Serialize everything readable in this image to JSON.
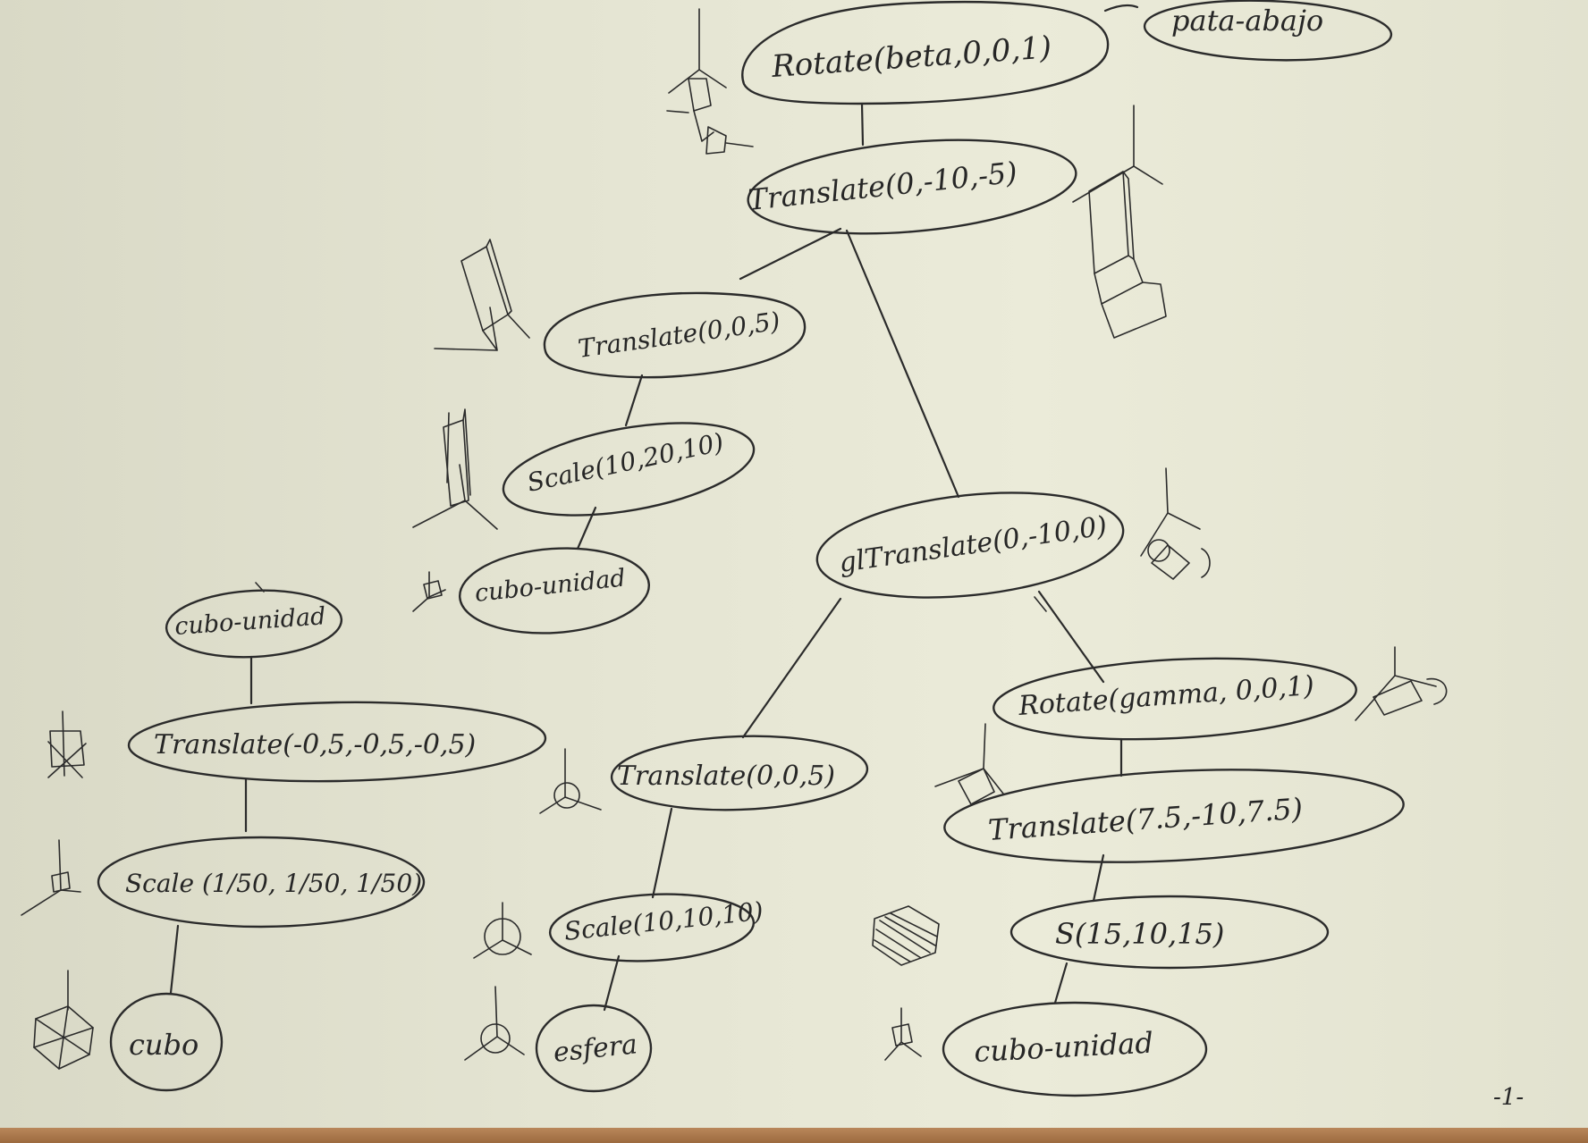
{
  "diagram": {
    "nodes": [
      {
        "id": "rotate_beta",
        "label": "Rotate(beta,0,0,1)"
      },
      {
        "id": "pata_abajo",
        "label": "pata-abajo"
      },
      {
        "id": "translate_top",
        "label": "Translate(0,-10,-5)"
      },
      {
        "id": "translate_005_a",
        "label": "Translate(0,0,5)"
      },
      {
        "id": "scale_10_20_10",
        "label": "Scale(10,20,10)"
      },
      {
        "id": "cubo_unidad_a",
        "label": "cubo-unidad"
      },
      {
        "id": "gltranslate",
        "label": "glTranslate(0,-10,0)"
      },
      {
        "id": "cubo_unidad_def",
        "label": "cubo-unidad"
      },
      {
        "id": "translate_neg05",
        "label": "Translate(-0,5,-0,5,-0,5)"
      },
      {
        "id": "scale_1_50",
        "label": "Scale (1/50, 1/50, 1/50)"
      },
      {
        "id": "cubo",
        "label": "cubo"
      },
      {
        "id": "translate_005_b",
        "label": "Translate(0,0,5)"
      },
      {
        "id": "scale_10_10_10",
        "label": "Scale(10,10,10)"
      },
      {
        "id": "esfera",
        "label": "esfera"
      },
      {
        "id": "rotate_gamma",
        "label": "Rotate(gamma, 0,0,1)"
      },
      {
        "id": "translate_75",
        "label": "Translate(7.5,-10,7.5)"
      },
      {
        "id": "s_15",
        "label": "S(15,10,15)"
      },
      {
        "id": "cubo_unidad_b",
        "label": "cubo-unidad"
      }
    ],
    "edges": [
      [
        "pata_abajo",
        "rotate_beta"
      ],
      [
        "rotate_beta",
        "translate_top"
      ],
      [
        "translate_top",
        "translate_005_a"
      ],
      [
        "translate_top",
        "gltranslate"
      ],
      [
        "translate_005_a",
        "scale_10_20_10"
      ],
      [
        "scale_10_20_10",
        "cubo_unidad_a"
      ],
      [
        "cubo_unidad_def",
        "translate_neg05"
      ],
      [
        "translate_neg05",
        "scale_1_50"
      ],
      [
        "scale_1_50",
        "cubo"
      ],
      [
        "gltranslate",
        "translate_005_b"
      ],
      [
        "gltranslate",
        "rotate_gamma"
      ],
      [
        "translate_005_b",
        "scale_10_10_10"
      ],
      [
        "scale_10_10_10",
        "esfera"
      ],
      [
        "rotate_gamma",
        "translate_75"
      ],
      [
        "translate_75",
        "s_15"
      ],
      [
        "s_15",
        "cubo_unidad_b"
      ]
    ],
    "page_number": "-1-"
  }
}
